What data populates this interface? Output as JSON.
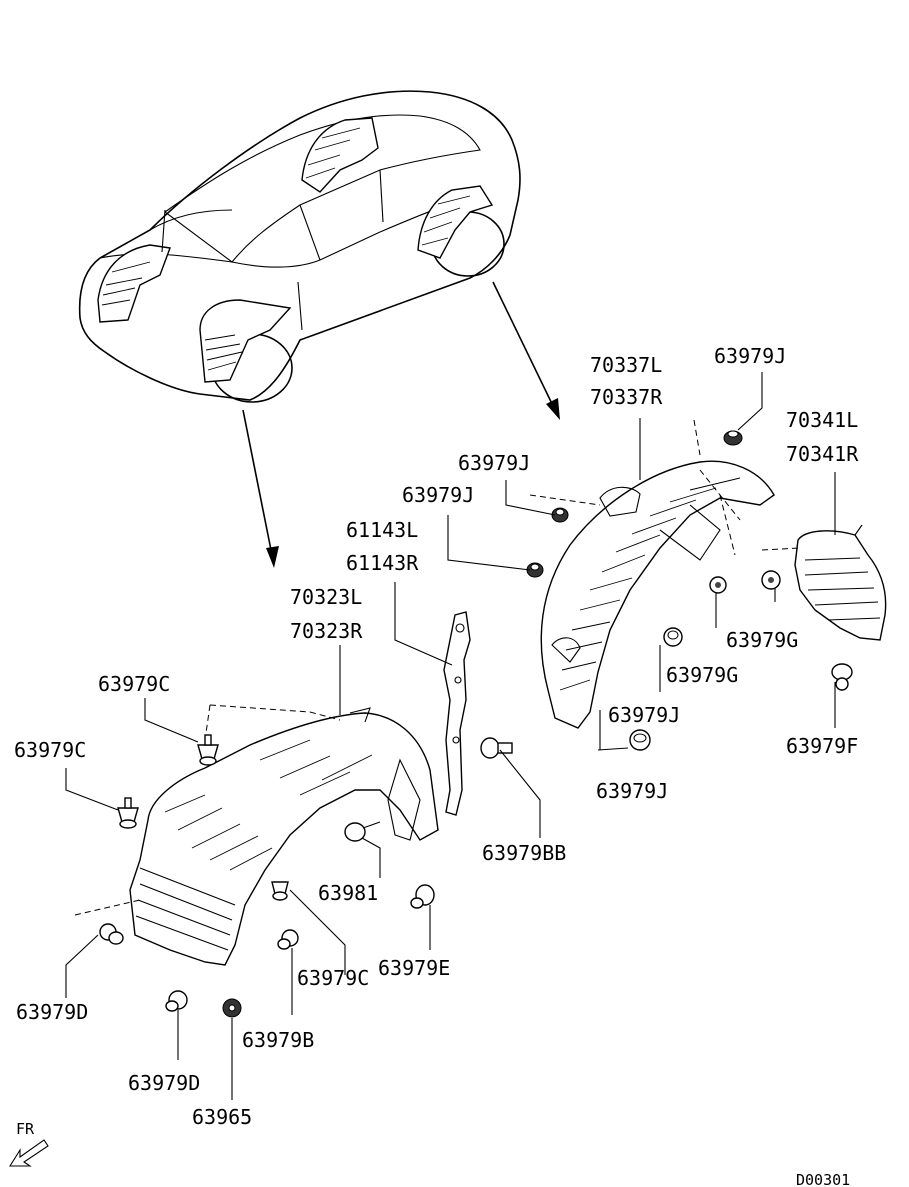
{
  "diagram_code": "D00301",
  "direction": "FR",
  "labels": [
    {
      "id": "l1",
      "text": "70337L"
    },
    {
      "id": "l2",
      "text": "70337R"
    },
    {
      "id": "l3",
      "text": "63979J"
    },
    {
      "id": "l4",
      "text": "70341L"
    },
    {
      "id": "l5",
      "text": "70341R"
    },
    {
      "id": "l6",
      "text": "63979J"
    },
    {
      "id": "l7",
      "text": "63979J"
    },
    {
      "id": "l8",
      "text": "61143L"
    },
    {
      "id": "l9",
      "text": "61143R"
    },
    {
      "id": "l10",
      "text": "70323L"
    },
    {
      "id": "l11",
      "text": "70323R"
    },
    {
      "id": "l12",
      "text": "63979G"
    },
    {
      "id": "l13",
      "text": "63979G"
    },
    {
      "id": "l14",
      "text": "63979C"
    },
    {
      "id": "l15",
      "text": "63979J"
    },
    {
      "id": "l16",
      "text": "63979F"
    },
    {
      "id": "l17",
      "text": "63979C"
    },
    {
      "id": "l18",
      "text": "63979J"
    },
    {
      "id": "l19",
      "text": "63979BB"
    },
    {
      "id": "l20",
      "text": "63981"
    },
    {
      "id": "l21",
      "text": "63979E"
    },
    {
      "id": "l22",
      "text": "63979C"
    },
    {
      "id": "l23",
      "text": "63979D"
    },
    {
      "id": "l24",
      "text": "63979B"
    },
    {
      "id": "l25",
      "text": "63979D"
    },
    {
      "id": "l26",
      "text": "63965"
    }
  ]
}
